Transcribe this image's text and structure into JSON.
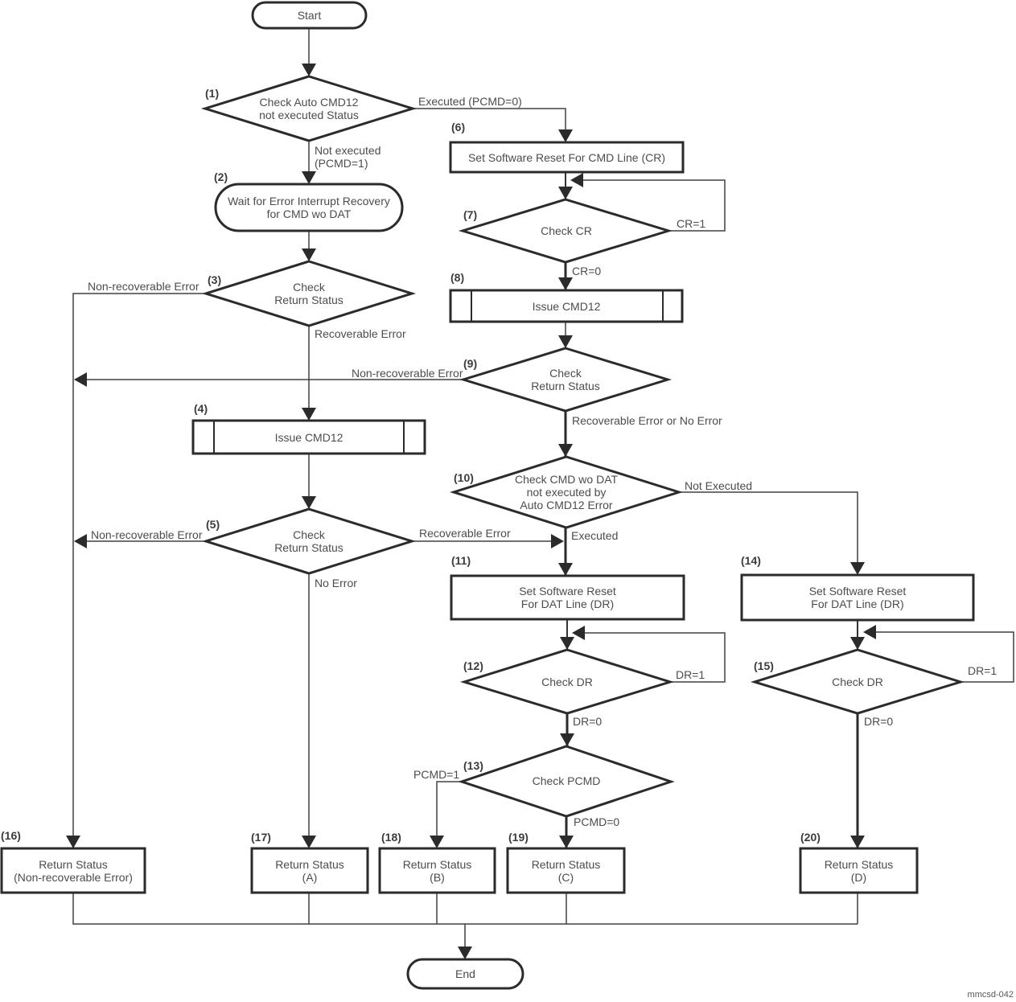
{
  "figure_id": "mmcsd-042",
  "nodes": {
    "start": {
      "text": "Start"
    },
    "d1": {
      "num": "(1)",
      "text": "Check Auto CMD12\nnot executed Status"
    },
    "t2": {
      "num": "(2)",
      "text": "Wait for Error Interrupt Recovery\nfor CMD wo DAT"
    },
    "d3": {
      "num": "(3)",
      "text": "Check\nReturn Status"
    },
    "p4": {
      "num": "(4)",
      "text": "Issue CMD12"
    },
    "d5": {
      "num": "(5)",
      "text": "Check\nReturn Status"
    },
    "b6": {
      "num": "(6)",
      "text": "Set Software Reset For CMD Line (CR)"
    },
    "d7": {
      "num": "(7)",
      "text": "Check CR"
    },
    "p8": {
      "num": "(8)",
      "text": "Issue CMD12"
    },
    "d9": {
      "num": "(9)",
      "text": "Check\nReturn Status"
    },
    "d10": {
      "num": "(10)",
      "text": "Check CMD wo DAT\nnot executed by\nAuto CMD12 Error"
    },
    "b11": {
      "num": "(11)",
      "text": "Set Software Reset\nFor DAT Line (DR)"
    },
    "d12": {
      "num": "(12)",
      "text": "Check DR"
    },
    "d13": {
      "num": "(13)",
      "text": "Check PCMD"
    },
    "b14": {
      "num": "(14)",
      "text": "Set Software Reset\nFor DAT Line (DR)"
    },
    "d15": {
      "num": "(15)",
      "text": "Check DR"
    },
    "b16": {
      "num": "(16)",
      "text": "Return Status\n(Non-recoverable Error)"
    },
    "b17": {
      "num": "(17)",
      "text": "Return Status\n(A)"
    },
    "b18": {
      "num": "(18)",
      "text": "Return Status\n(B)"
    },
    "b19": {
      "num": "(19)",
      "text": "Return Status\n(C)"
    },
    "b20": {
      "num": "(20)",
      "text": "Return Status\n(D)"
    },
    "end": {
      "text": "End"
    }
  },
  "labels": {
    "executed_pcmd0": "Executed (PCMD=0)",
    "not_executed_pcmd1": "Not executed\n(PCMD=1)",
    "d3_non_recoverable": "Non-recoverable Error",
    "d3_recoverable": "Recoverable Error",
    "d5_non_recoverable": "Non-recoverable Error",
    "d5_recoverable": "Recoverable Error",
    "d5_no_error": "No Error",
    "d7_cr1": "CR=1",
    "d7_cr0": "CR=0",
    "d9_non_recoverable": "Non-recoverable Error",
    "d9_recoverable_or_no_error": "Recoverable Error or No Error",
    "d10_not_executed": "Not Executed",
    "d10_executed": "Executed",
    "d12_dr1": "DR=1",
    "d12_dr0": "DR=0",
    "d13_pcmd1": "PCMD=1",
    "d13_pcmd0": "PCMD=0",
    "d15_dr1": "DR=1",
    "d15_dr0": "DR=0"
  },
  "colors": {
    "background": "#ffffff",
    "shape_border": "#2b2b2b",
    "connector": "#414141",
    "node_text": "#4c4c4e",
    "number_label": "#3c3c3e",
    "watermark": "#58585a"
  }
}
